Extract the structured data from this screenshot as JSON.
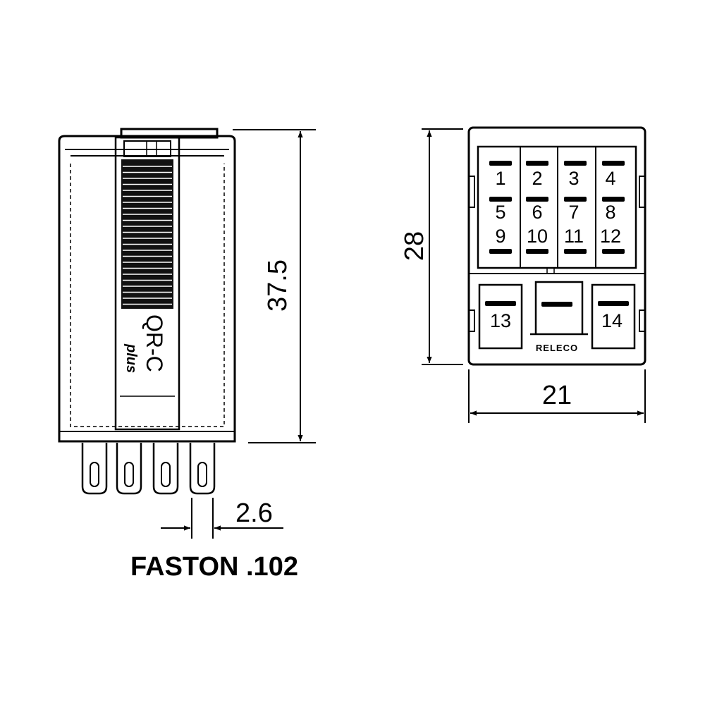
{
  "side_view": {
    "height_label": "37.5",
    "pin_spacing_label": "2.6",
    "model_label": "QR-C",
    "model_sub_label": "plus",
    "caption": "FASTON .102"
  },
  "front_view": {
    "height_label": "28",
    "width_label": "21",
    "brand": "RELECO",
    "pins": [
      {
        "id": "p1",
        "label": "1"
      },
      {
        "id": "p2",
        "label": "2"
      },
      {
        "id": "p3",
        "label": "3"
      },
      {
        "id": "p4",
        "label": "4"
      },
      {
        "id": "p5",
        "label": "5"
      },
      {
        "id": "p6",
        "label": "6"
      },
      {
        "id": "p7",
        "label": "7"
      },
      {
        "id": "p8",
        "label": "8"
      },
      {
        "id": "p9",
        "label": "9"
      },
      {
        "id": "p10",
        "label": "10"
      },
      {
        "id": "p11",
        "label": "11"
      },
      {
        "id": "p12",
        "label": "12"
      },
      {
        "id": "p13",
        "label": "13"
      },
      {
        "id": "p14",
        "label": "14"
      }
    ]
  }
}
